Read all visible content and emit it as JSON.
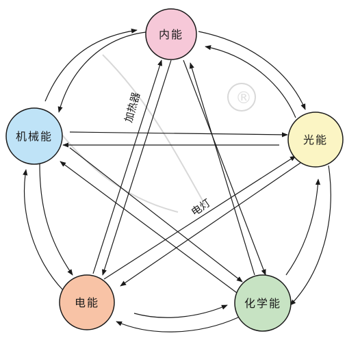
{
  "nodes": [
    {
      "id": "internal",
      "label": "内能",
      "color": "#f6c8d8"
    },
    {
      "id": "mechanical",
      "label": "机械能",
      "color": "#bfe3f7"
    },
    {
      "id": "light",
      "label": "光能",
      "color": "#fbf5c4"
    },
    {
      "id": "electric",
      "label": "电能",
      "color": "#f8c3a6"
    },
    {
      "id": "chemical",
      "label": "化学能",
      "color": "#c7e3c3"
    }
  ],
  "edge_labels": {
    "heater": "加热器",
    "lamp": "电灯"
  },
  "watermark": {
    "registered": "®"
  },
  "colors": {
    "stroke": "#1a1a1a",
    "watermark": "#d8d8d8"
  }
}
